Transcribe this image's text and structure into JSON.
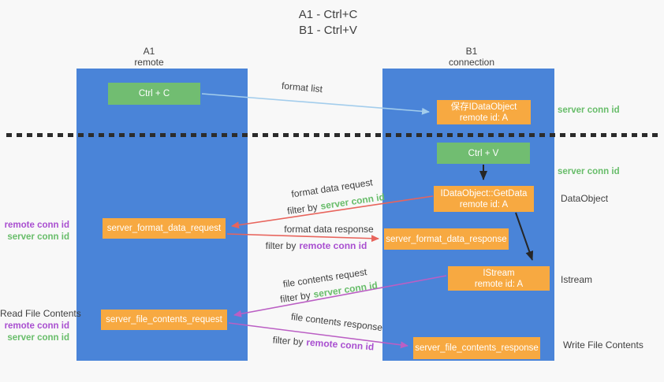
{
  "title": {
    "line1": "A1 - Ctrl+C",
    "line2": "B1 - Ctrl+V"
  },
  "lanes": {
    "left": {
      "name": "A1",
      "role": "remote"
    },
    "right": {
      "name": "B1",
      "role": "connection"
    }
  },
  "boxes": {
    "ctrl_c": {
      "label": "Ctrl + C"
    },
    "save_idataobject": {
      "line1": "保存IDataObject",
      "line2": "remote id: A"
    },
    "ctrl_v": {
      "label": "Ctrl + V"
    },
    "getdata": {
      "line1": "IDataObject::GetData",
      "line2": "remote id: A"
    },
    "format_request": {
      "label": "server_format_data_request"
    },
    "format_response": {
      "label": "server_format_data_response"
    },
    "istream": {
      "line1": "IStream",
      "line2": "remote id: A"
    },
    "file_request": {
      "label": "server_file_contents_request"
    },
    "file_response": {
      "label": "server_file_contents_response"
    }
  },
  "arrow_labels": {
    "format_list": "format list",
    "format_data_request": "format data request",
    "format_data_response": "format data response",
    "file_contents_request": "file contents request",
    "file_contents_response": "file contents response",
    "filter_by": "filter by",
    "server_conn_id": "server conn id",
    "remote_conn_id": "remote conn id"
  },
  "side_labels": {
    "left_format": {
      "line1": "remote conn id",
      "line2": "server conn id"
    },
    "left_read": "Read File Contents",
    "left_file": {
      "line1": "remote conn id",
      "line2": "server conn id"
    },
    "right_top": "server conn id",
    "right_mid": "server conn id",
    "right_dataobject": "DataObject",
    "right_istream": "Istream",
    "right_write": "Write File Contents"
  },
  "colors": {
    "background": "#f8f8f8",
    "column_blue": "#4a84d8",
    "box_green": "#71bd71",
    "box_orange": "#f7a941",
    "arrow_blue": "#a3cdec",
    "arrow_red": "#e8645c",
    "arrow_purple": "#bb5fc4",
    "arrow_black": "#262626",
    "text_green": "#68bd6a",
    "text_purple": "#a94fd0",
    "text_dark": "#3f3f3f"
  }
}
